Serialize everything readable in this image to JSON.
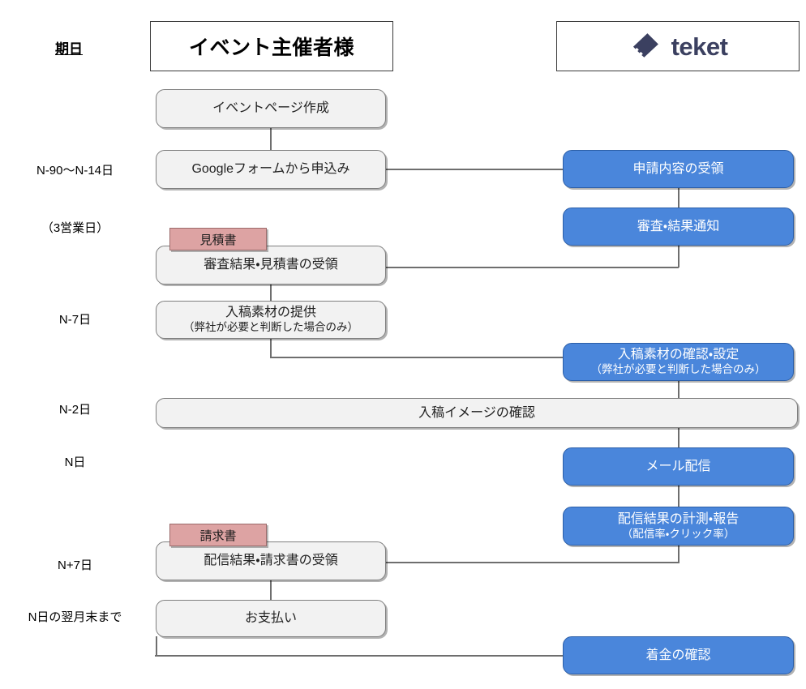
{
  "columns": {
    "date_title": "期日",
    "organizer_title": "イベント主催者様",
    "teket_title": "teket"
  },
  "dates": [
    {
      "id": "d1",
      "label": "N-90〜N-14日"
    },
    {
      "id": "d2",
      "label": "（3営業日）"
    },
    {
      "id": "d3",
      "label": "N-7日"
    },
    {
      "id": "d4",
      "label": "N-2日"
    },
    {
      "id": "d5",
      "label": "N日"
    },
    {
      "id": "d6",
      "label": "N+7日"
    },
    {
      "id": "d7",
      "label": "N日の翌月末まで"
    }
  ],
  "organizer_steps": [
    {
      "id": "o1",
      "line1": "イベントページ作成",
      "line2": ""
    },
    {
      "id": "o2",
      "line1": "Googleフォームから申込み",
      "line2": ""
    },
    {
      "id": "o3",
      "line1": "審査結果・見積書の受領",
      "line2": "",
      "tag": "見積書"
    },
    {
      "id": "o4",
      "line1": "入稿素材の提供",
      "line2": "（弊社が必要と判断した場合のみ）"
    },
    {
      "id": "o5",
      "line1": "配信結果・請求書の受領",
      "line2": "",
      "tag": "請求書"
    },
    {
      "id": "o6",
      "line1": "お支払い",
      "line2": ""
    }
  ],
  "shared_steps": [
    {
      "id": "s1",
      "line1": "入稿イメージの確認",
      "line2": ""
    }
  ],
  "teket_steps": [
    {
      "id": "t1",
      "line1": "申請内容の受領",
      "line2": ""
    },
    {
      "id": "t2",
      "line1": "審査・結果通知",
      "line2": ""
    },
    {
      "id": "t3",
      "line1": "入稿素材の確認・設定",
      "line2": "（弊社が必要と判断した場合のみ）"
    },
    {
      "id": "t4",
      "line1": "メール配信",
      "line2": ""
    },
    {
      "id": "t5",
      "line1": "配信結果の計測・報告",
      "line2": "（配信率・クリック率）"
    },
    {
      "id": "t6",
      "line1": "着金の確認",
      "line2": ""
    }
  ],
  "tags": {
    "quote": "見積書",
    "invoice": "請求書"
  },
  "colors": {
    "node_blue_fill": "#4a86db",
    "node_blue_border": "#2c5fa8",
    "node_gray_fill": "#f2f2f2",
    "node_gray_border": "#7f7f7f",
    "tag_pink_fill": "#dda3a3",
    "tag_pink_border": "#9b6a6a",
    "connector": "#6e6e6e",
    "brand_navy": "#3b4060"
  },
  "icons": {
    "ticket": "ticket-icon"
  }
}
